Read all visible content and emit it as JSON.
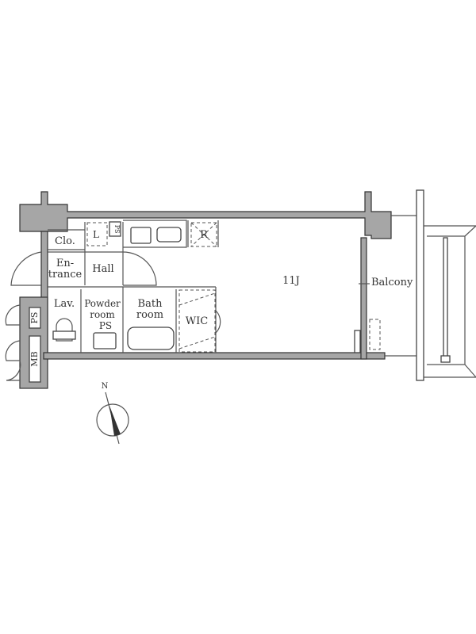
{
  "rooms": {
    "closet": "Clo.",
    "linen": "L",
    "pipe_space_top": "PS",
    "fridge": "R",
    "entrance_line1": "En-",
    "entrance_line2": "trance",
    "hall": "Hall",
    "main_room": "11J",
    "balcony": "Balcony",
    "lavatory": "Lav.",
    "powder_line1": "Powder",
    "powder_line2": "room",
    "powder_ps": "PS",
    "bath_line1": "Bath",
    "bath_line2": "room",
    "wic": "WIC",
    "pipe_space_left": "PS",
    "meter_box": "MB"
  },
  "compass": {
    "north_label": "N"
  },
  "colors": {
    "wall": "#a6a6a6",
    "line": "#333333"
  }
}
